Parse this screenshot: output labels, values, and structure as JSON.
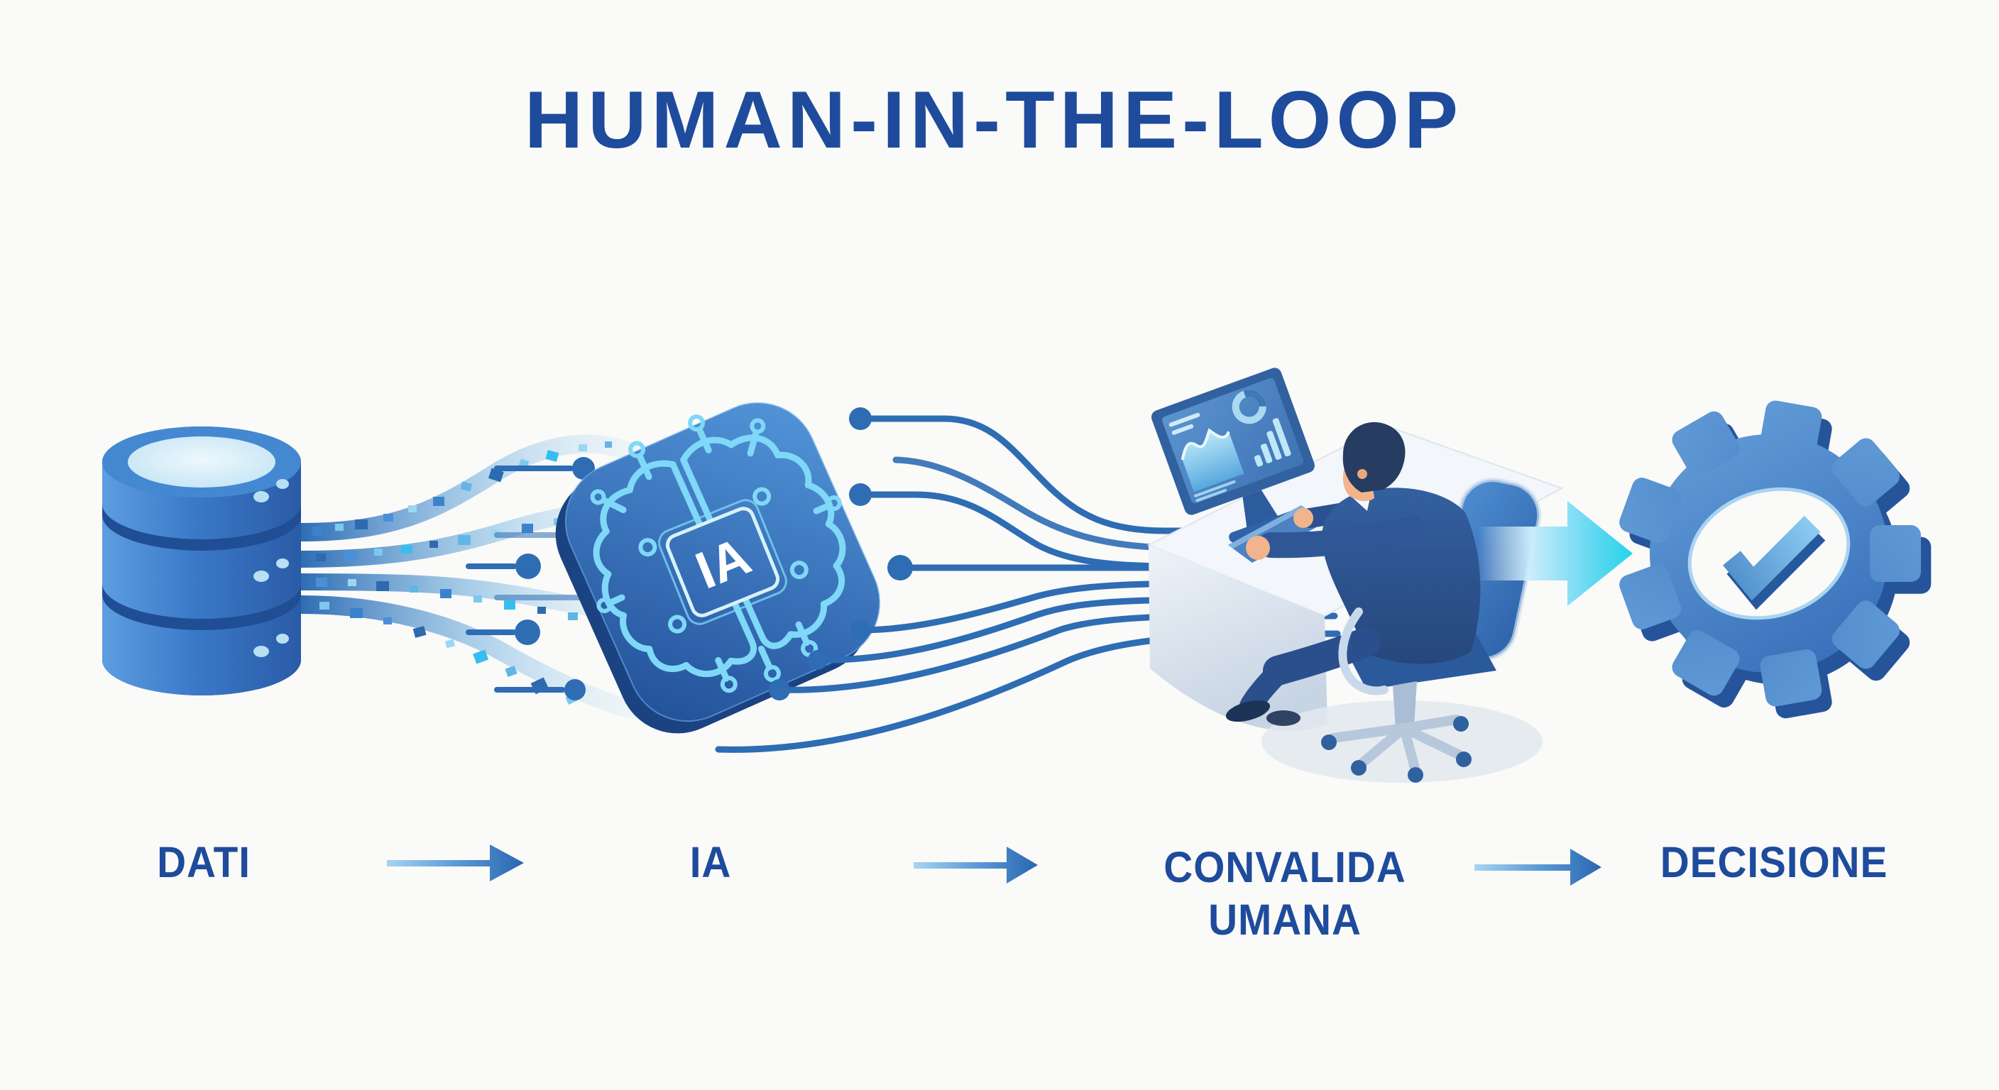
{
  "title": {
    "text": "HUMAN-IN-THE-LOOP"
  },
  "flow": {
    "steps": [
      {
        "id": "dati",
        "label": "DATI",
        "icon": "database-icon"
      },
      {
        "id": "ia",
        "label": "IA",
        "chip_text": "IA",
        "icon": "ai-chip-icon"
      },
      {
        "id": "convalida-umana",
        "label": "CONVALIDA UMANA",
        "label_lines": [
          "CONVALIDA",
          "UMANA"
        ],
        "icon": "human-validation-icon"
      },
      {
        "id": "decisione",
        "label": "DECISIONE",
        "icon": "gear-check-icon"
      }
    ]
  },
  "palette": {
    "navy": "#1e4b9b",
    "blue": "#3b7ac9",
    "light_blue": "#7cc8ee",
    "cyan": "#2ad4ea",
    "background": "#fafaf8"
  }
}
